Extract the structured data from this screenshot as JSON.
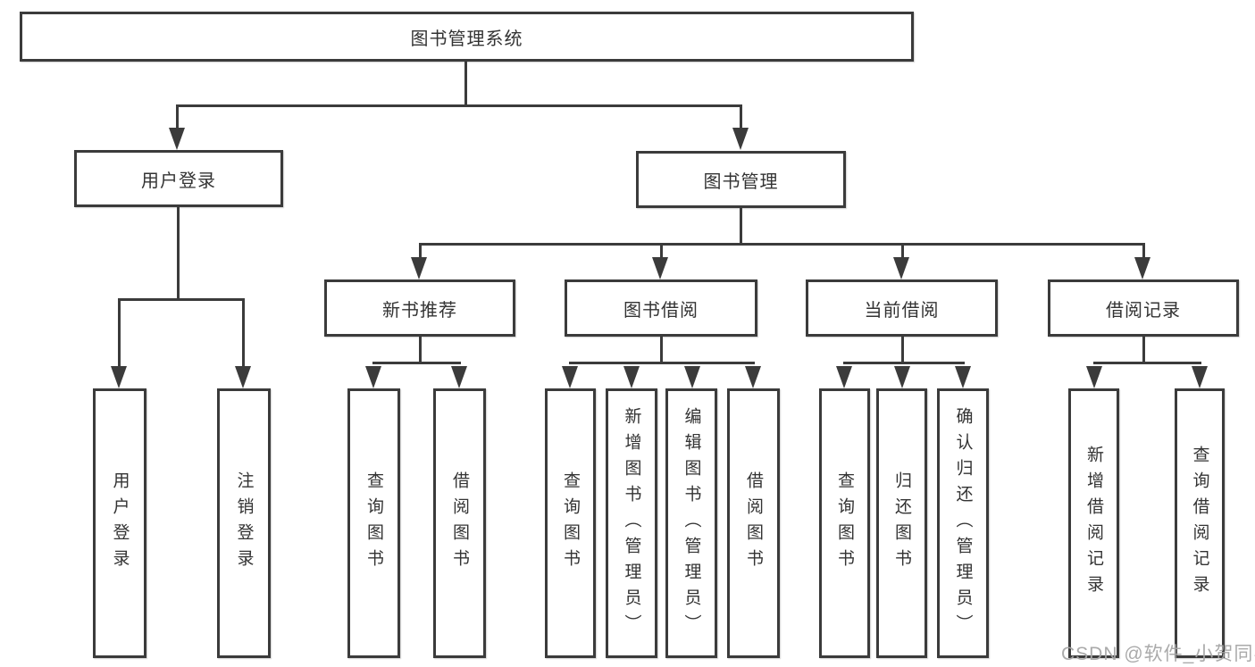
{
  "diagram": {
    "type": "tree-structure",
    "colors": {
      "line": "#3b3b3b",
      "border": "#3b3b3b",
      "text": "#333333",
      "watermark": "#a5a5a5",
      "background": "#ffffff"
    },
    "nodes": {
      "root": "图书管理系统",
      "userLogin": "用户登录",
      "bookMgmt": "图书管理",
      "newBookRec": "新书推荐",
      "bookBorrow": "图书借阅",
      "currentBorrow": "当前借阅",
      "borrowRecords": "借阅记录",
      "leafUserLogin": "用户登录",
      "leafLogout": "注销登录",
      "leafQueryBooks1": "查询图书",
      "leafBorrowBooks1": "借阅图书",
      "leafQueryBooks2": "查询图书",
      "leafAddBook": "新增图书（管理员）",
      "leafEditBook": "编辑图书（管理员）",
      "leafBorrowBooks2": "借阅图书",
      "leafQueryBooks3": "查询图书",
      "leafReturnBooks": "归还图书",
      "leafConfirmReturn": "确认归还（管理员）",
      "leafAddBorrowRecord": "新增借阅记录",
      "leafQueryBorrowRecord": "查询借阅记录"
    },
    "edges": [
      [
        "图书管理系统",
        "用户登录"
      ],
      [
        "图书管理系统",
        "图书管理"
      ],
      [
        "用户登录",
        "用户登录"
      ],
      [
        "用户登录",
        "注销登录"
      ],
      [
        "图书管理",
        "新书推荐"
      ],
      [
        "图书管理",
        "图书借阅"
      ],
      [
        "图书管理",
        "当前借阅"
      ],
      [
        "图书管理",
        "借阅记录"
      ],
      [
        "新书推荐",
        "查询图书"
      ],
      [
        "新书推荐",
        "借阅图书"
      ],
      [
        "图书借阅",
        "查询图书"
      ],
      [
        "图书借阅",
        "新增图书（管理员）"
      ],
      [
        "图书借阅",
        "编辑图书（管理员）"
      ],
      [
        "图书借阅",
        "借阅图书"
      ],
      [
        "当前借阅",
        "查询图书"
      ],
      [
        "当前借阅",
        "归还图书"
      ],
      [
        "当前借阅",
        "确认归还（管理员）"
      ],
      [
        "借阅记录",
        "新增借阅记录"
      ],
      [
        "借阅记录",
        "查询借阅记录"
      ]
    ]
  },
  "watermark": "CSDN @软件_小贺同学"
}
